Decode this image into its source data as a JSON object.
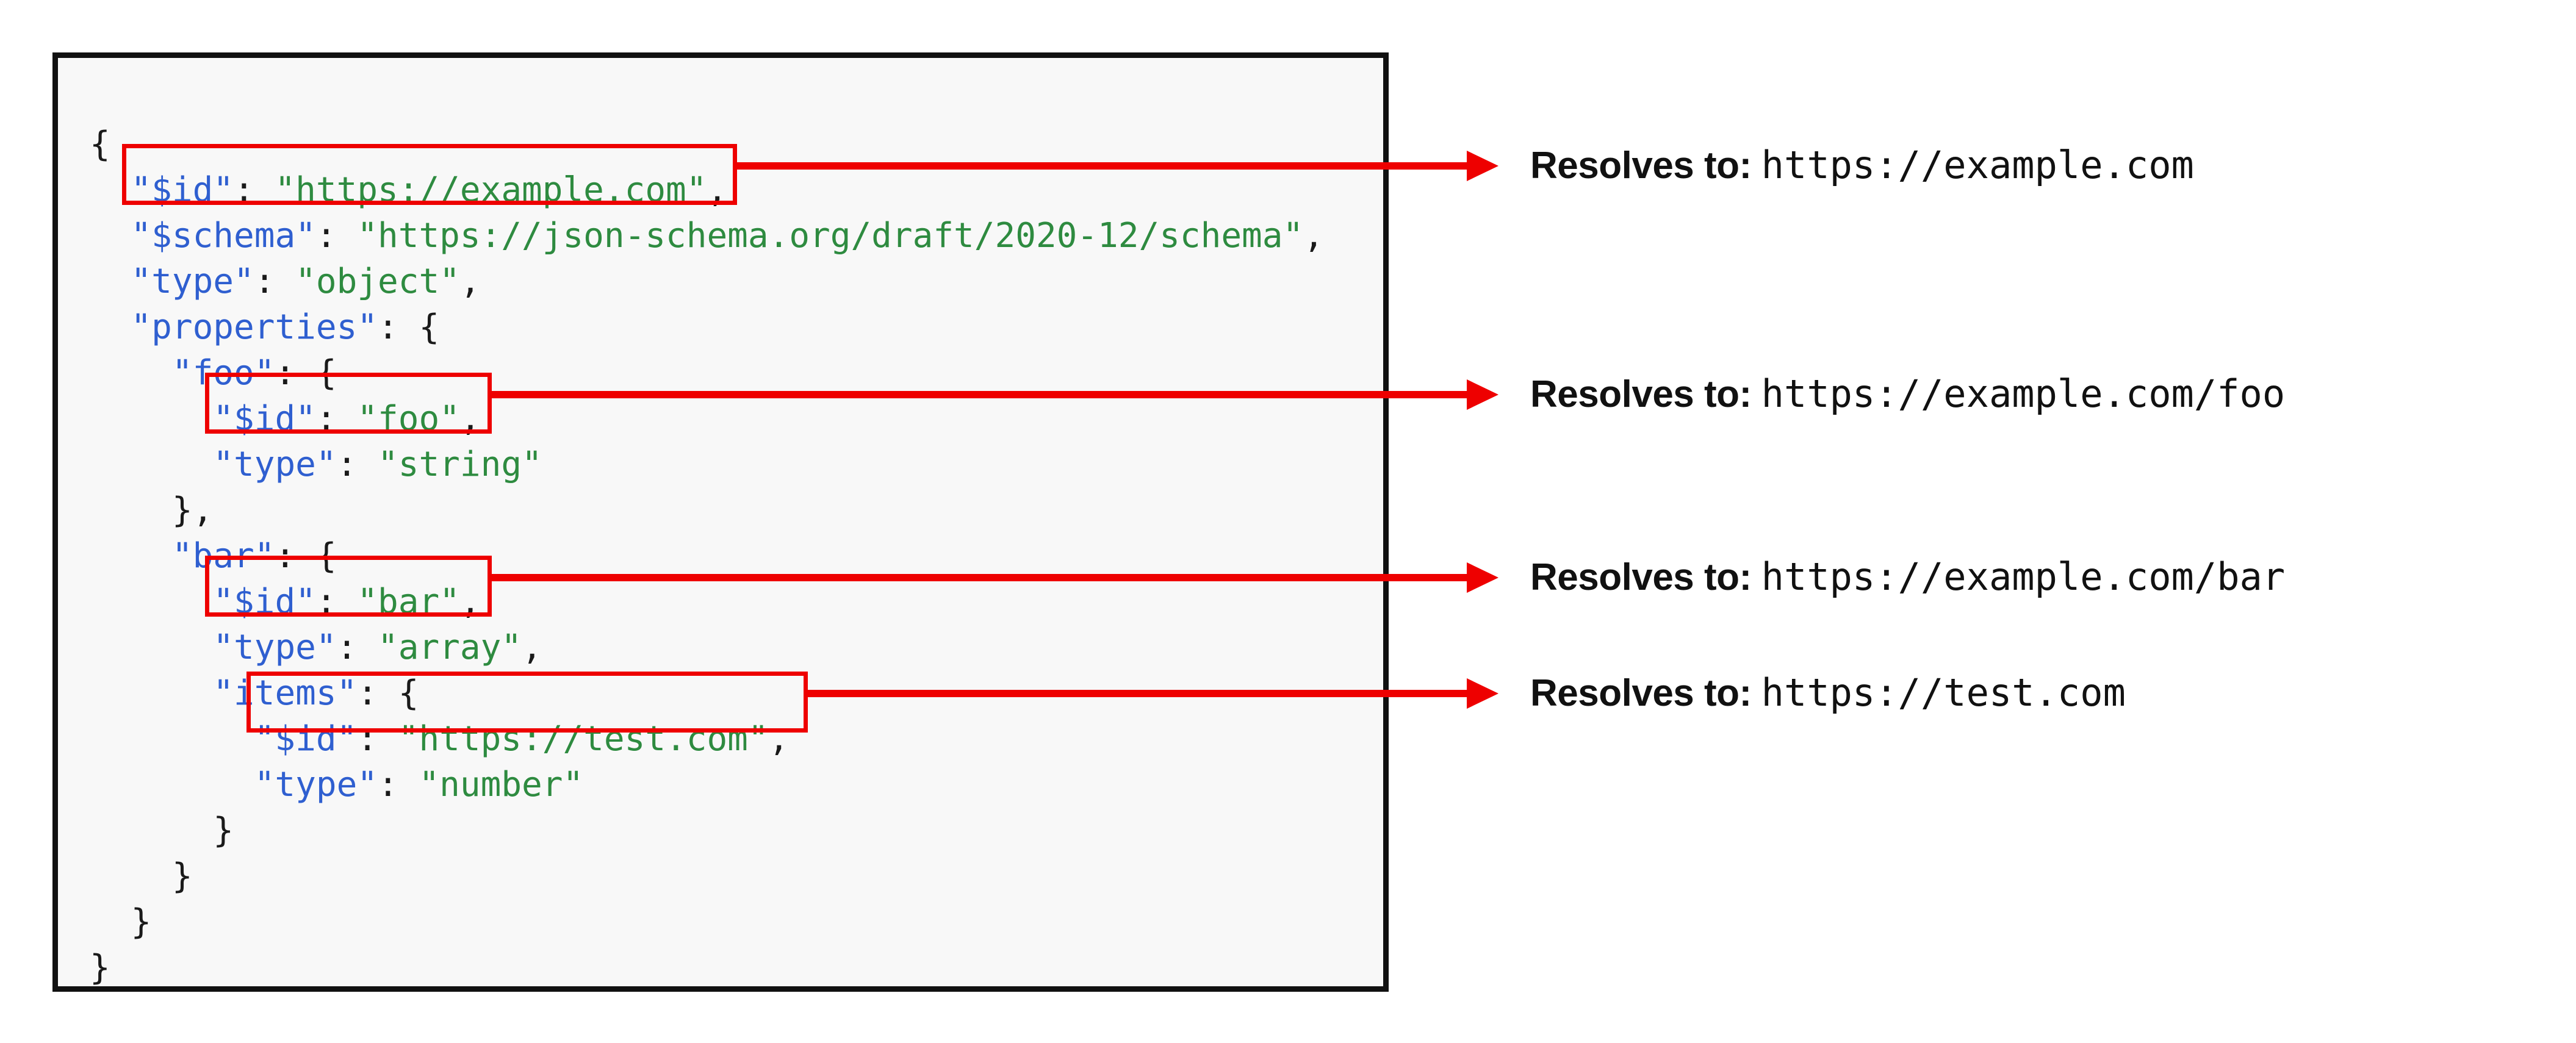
{
  "figure": {
    "kind": "json-schema-id-resolution-diagram",
    "background_color": "#ffffff"
  },
  "code_panel": {
    "background_color": "#f8f8f8",
    "border_color": "#111111",
    "language": "json",
    "syntax_colors": {
      "key": "#2f5fd0",
      "string": "#2e8b40",
      "punctuation": "#1a1a1a"
    },
    "lines": [
      {
        "indent": 0,
        "text": "{",
        "segments": [
          {
            "t": "{",
            "c": "p"
          }
        ]
      },
      {
        "indent": 1,
        "text": "\"$id\": \"https://example.com\",",
        "segments": [
          {
            "t": "\"$id\"",
            "c": "k"
          },
          {
            "t": ": ",
            "c": "p"
          },
          {
            "t": "\"https://example.com\"",
            "c": "s"
          },
          {
            "t": ",",
            "c": "p"
          }
        ]
      },
      {
        "indent": 1,
        "text": "\"$schema\": \"https://json-schema.org/draft/2020-12/schema\",",
        "segments": [
          {
            "t": "\"$schema\"",
            "c": "k"
          },
          {
            "t": ": ",
            "c": "p"
          },
          {
            "t": "\"https://json-schema.org/draft/2020-12/schema\"",
            "c": "s"
          },
          {
            "t": ",",
            "c": "p"
          }
        ]
      },
      {
        "indent": 1,
        "text": "\"type\": \"object\",",
        "segments": [
          {
            "t": "\"type\"",
            "c": "k"
          },
          {
            "t": ": ",
            "c": "p"
          },
          {
            "t": "\"object\"",
            "c": "s"
          },
          {
            "t": ",",
            "c": "p"
          }
        ]
      },
      {
        "indent": 1,
        "text": "\"properties\": {",
        "segments": [
          {
            "t": "\"properties\"",
            "c": "k"
          },
          {
            "t": ": {",
            "c": "p"
          }
        ]
      },
      {
        "indent": 2,
        "text": "\"foo\": {",
        "segments": [
          {
            "t": "\"foo\"",
            "c": "k"
          },
          {
            "t": ": {",
            "c": "p"
          }
        ]
      },
      {
        "indent": 3,
        "text": "\"$id\": \"foo\",",
        "segments": [
          {
            "t": "\"$id\"",
            "c": "k"
          },
          {
            "t": ": ",
            "c": "p"
          },
          {
            "t": "\"foo\"",
            "c": "s"
          },
          {
            "t": ",",
            "c": "p"
          }
        ]
      },
      {
        "indent": 3,
        "text": "\"type\": \"string\"",
        "segments": [
          {
            "t": "\"type\"",
            "c": "k"
          },
          {
            "t": ": ",
            "c": "p"
          },
          {
            "t": "\"string\"",
            "c": "s"
          }
        ]
      },
      {
        "indent": 2,
        "text": "},",
        "segments": [
          {
            "t": "},",
            "c": "p"
          }
        ]
      },
      {
        "indent": 2,
        "text": "\"bar\": {",
        "segments": [
          {
            "t": "\"bar\"",
            "c": "k"
          },
          {
            "t": ": {",
            "c": "p"
          }
        ]
      },
      {
        "indent": 3,
        "text": "\"$id\": \"bar\",",
        "segments": [
          {
            "t": "\"$id\"",
            "c": "k"
          },
          {
            "t": ": ",
            "c": "p"
          },
          {
            "t": "\"bar\"",
            "c": "s"
          },
          {
            "t": ",",
            "c": "p"
          }
        ]
      },
      {
        "indent": 3,
        "text": "\"type\": \"array\",",
        "segments": [
          {
            "t": "\"type\"",
            "c": "k"
          },
          {
            "t": ": ",
            "c": "p"
          },
          {
            "t": "\"array\"",
            "c": "s"
          },
          {
            "t": ",",
            "c": "p"
          }
        ]
      },
      {
        "indent": 3,
        "text": "\"items\": {",
        "segments": [
          {
            "t": "\"items\"",
            "c": "k"
          },
          {
            "t": ": {",
            "c": "p"
          }
        ]
      },
      {
        "indent": 4,
        "text": "\"$id\": \"https://test.com\",",
        "segments": [
          {
            "t": "\"$id\"",
            "c": "k"
          },
          {
            "t": ": ",
            "c": "p"
          },
          {
            "t": "\"https://test.com\"",
            "c": "s"
          },
          {
            "t": ",",
            "c": "p"
          }
        ]
      },
      {
        "indent": 4,
        "text": "\"type\": \"number\"",
        "segments": [
          {
            "t": "\"type\"",
            "c": "k"
          },
          {
            "t": ": ",
            "c": "p"
          },
          {
            "t": "\"number\"",
            "c": "s"
          }
        ]
      },
      {
        "indent": 3,
        "text": "}",
        "segments": [
          {
            "t": "}",
            "c": "p"
          }
        ]
      },
      {
        "indent": 2,
        "text": "}",
        "segments": [
          {
            "t": "}",
            "c": "p"
          }
        ]
      },
      {
        "indent": 1,
        "text": "}",
        "segments": [
          {
            "t": "}",
            "c": "p"
          }
        ]
      },
      {
        "indent": 0,
        "text": "}",
        "segments": [
          {
            "t": "}",
            "c": "p"
          }
        ]
      }
    ]
  },
  "highlights": {
    "color": "#ee0000",
    "boxes": [
      {
        "id": "highlight-id-root",
        "target_line_index": 1,
        "label": "\"$id\": \"https://example.com\","
      },
      {
        "id": "highlight-id-foo",
        "target_line_index": 6,
        "label": "\"$id\": \"foo\","
      },
      {
        "id": "highlight-id-bar",
        "target_line_index": 10,
        "label": "\"$id\": \"bar\","
      },
      {
        "id": "highlight-id-items",
        "target_line_index": 13,
        "label": "\"$id\": \"https://test.com\","
      }
    ]
  },
  "annotations": {
    "arrow_color": "#ee0000",
    "items": [
      {
        "lead": "Resolves to:",
        "url": "https://example.com"
      },
      {
        "lead": "Resolves to:",
        "url": "https://example.com/foo"
      },
      {
        "lead": "Resolves to:",
        "url": "https://example.com/bar"
      },
      {
        "lead": "Resolves to:",
        "url": "https://test.com"
      }
    ]
  }
}
